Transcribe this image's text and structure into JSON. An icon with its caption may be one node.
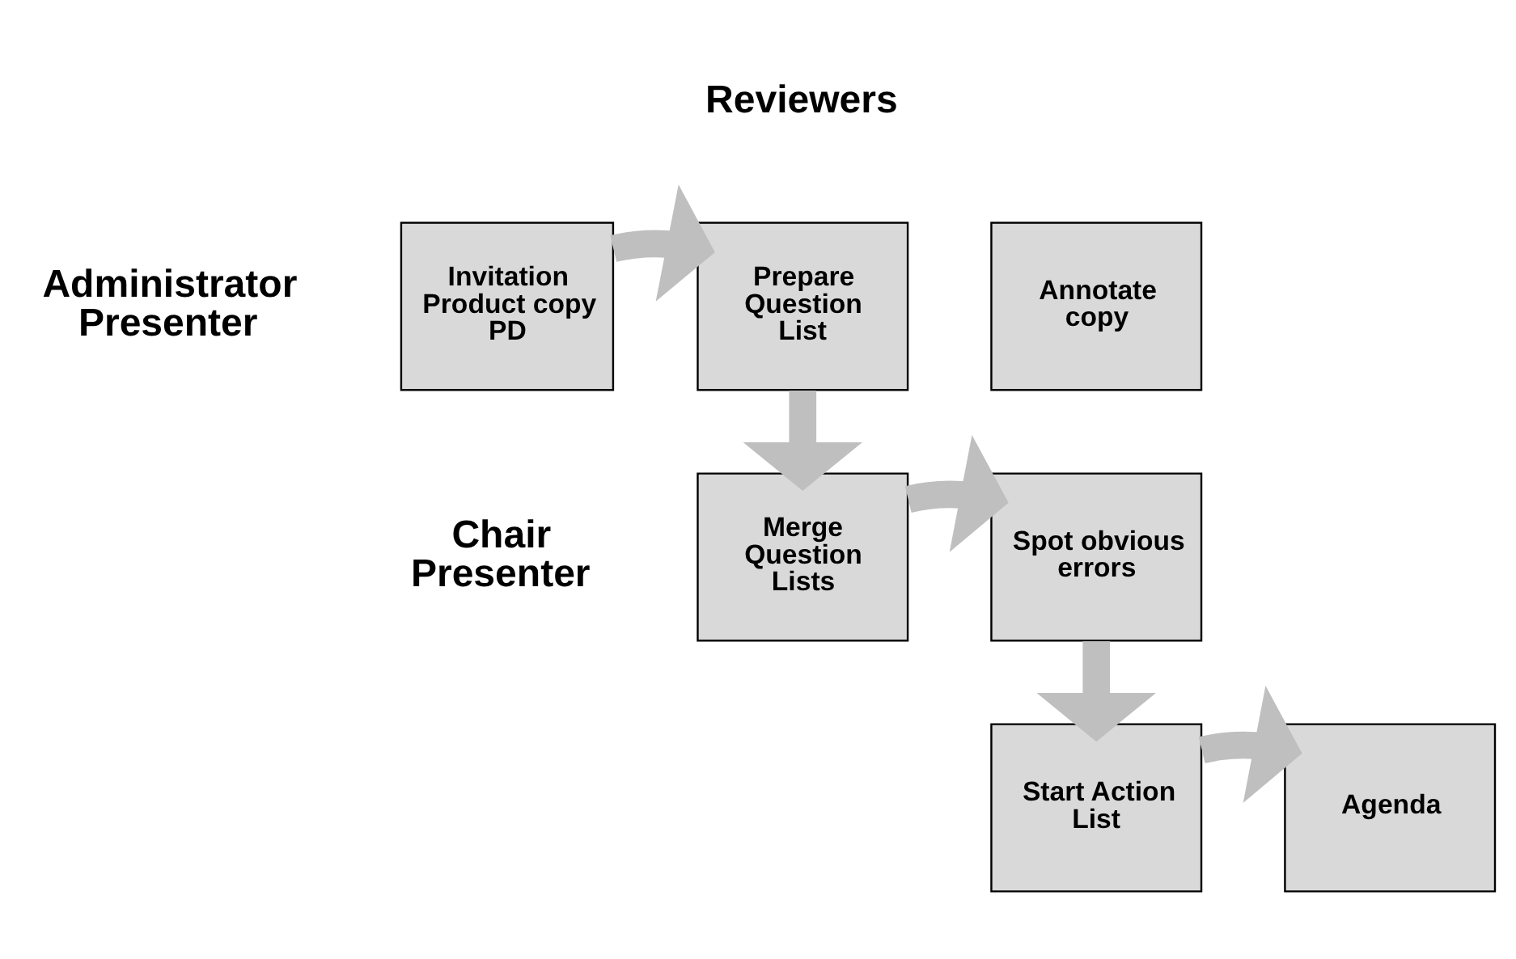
{
  "diagram": {
    "nodes": [
      {
        "text": [
          "Invitation Product copy PD"
        ]
      },
      {
        "text": [
          "Prepare Question List"
        ]
      },
      {
        "text": [
          "Annotate copy"
        ]
      },
      {
        "text": [
          "Merge Question Lists"
        ]
      },
      {
        "text": [
          "Spot obvious errors"
        ]
      },
      {
        "text": [
          "Start Action List"
        ]
      },
      {
        "text": [
          "Agenda"
        ]
      }
    ],
    "edges": [
      {
        "from": 0,
        "to": 1,
        "arrow": "to"
      },
      {
        "from": 1,
        "to": 3,
        "arrow": "to"
      },
      {
        "from": 3,
        "to": 4,
        "arrow": "to"
      },
      {
        "from": 4,
        "to": 5,
        "arrow": "to"
      },
      {
        "from": 5,
        "to": 6,
        "arrow": "to"
      }
    ],
    "labels": [
      "Reviewers",
      "Administrator Presenter",
      "Chair Presenter"
    ]
  }
}
